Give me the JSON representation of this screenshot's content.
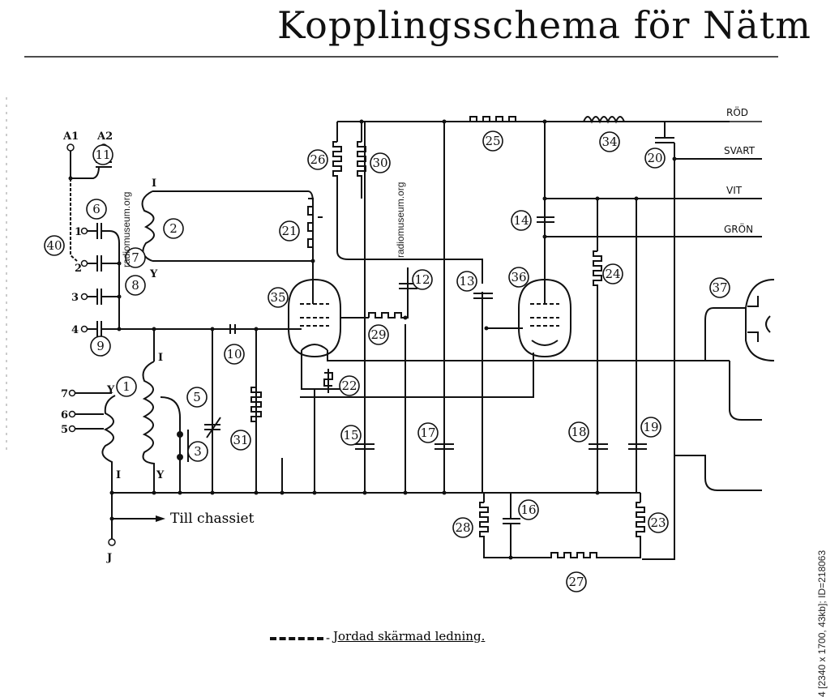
{
  "title": "Kopplingsschema för Nätm",
  "legend": {
    "separator": "-",
    "text": "Jordad skärmad ledning."
  },
  "side_caption": "4 [2340 x 1700, 43kb]; ID=218063",
  "watermark": "radiomuseum.org",
  "ground_label": "Till chassiet",
  "wire_labels": {
    "rod": "RÖD",
    "svart": "SVART",
    "vit": "VIT",
    "gron": "GRÖN"
  },
  "terminals": {
    "a1": "A1",
    "a2": "A2",
    "t1": "1",
    "t2": "2",
    "t3": "3",
    "t4": "4",
    "t5": "5",
    "t6": "6",
    "t7": "7",
    "j": "J"
  },
  "coil_marks": {
    "i": "I",
    "y": "Y"
  },
  "components": [
    "1",
    "2",
    "3",
    "5",
    "6",
    "7",
    "8",
    "9",
    "10",
    "11",
    "12",
    "13",
    "14",
    "15",
    "16",
    "17",
    "18",
    "19",
    "20",
    "21",
    "22",
    "23",
    "24",
    "25",
    "26",
    "27",
    "28",
    "29",
    "30",
    "31",
    "34",
    "35",
    "36",
    "37",
    "40"
  ]
}
